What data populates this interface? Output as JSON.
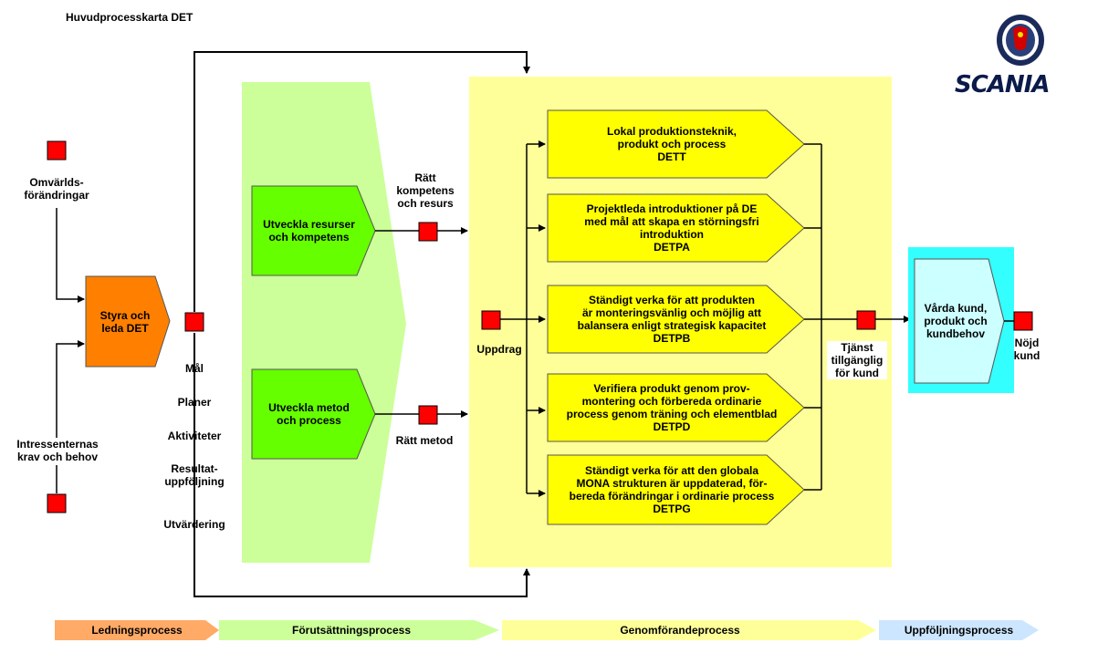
{
  "title": "Huvudprocesskarta DET",
  "logo": {
    "text": "SCANIA"
  },
  "inputs": {
    "omvarld": "Omvärlds-\nförändringar",
    "intressenter": "Intressenternas\nkrav och behov"
  },
  "styra": "Styra och\nleda DET",
  "styra_outputs": [
    "Mål",
    "Planer",
    "Aktiviteter",
    "Resultat-\nuppföljning",
    "Utvärdering"
  ],
  "forutsattning": {
    "resurser": "Utveckla resurser\noch kompetens",
    "metod": "Utveckla metod\noch process",
    "ratt_kompetens": "Rätt\nkompetens\noch resurs",
    "ratt_metod": "Rätt metod"
  },
  "uppdrag": "Uppdrag",
  "genomforande": [
    "Lokal produktionsteknik,\nprodukt och process\nDETT",
    "Projektleda introduktioner på DE\nmed mål att skapa en störningsfri\nintroduktion\nDETPA",
    "Ständigt verka för att produkten\när monteringsvänlig och möjlig att\nbalansera enligt strategisk kapacitet\nDETPB",
    "Verifiera produkt genom prov-\nmontering och förbereda ordinarie\nprocess genom träning och elementblad\nDETPD",
    "Ständigt verka för att den globala\nMONA strukturen är uppdaterad, för-\nbereda förändringar i ordinarie process\nDETPG"
  ],
  "tjanst": "Tjänst\ntillgänglig\nför kund",
  "varda": "Vårda kund,\nprodukt och\nkundbehov",
  "nojd": "Nöjd\nkund",
  "bands": [
    "Ledningsprocess",
    "Förutsättningsprocess",
    "Genomförandeprocess",
    "Uppföljningsprocess"
  ],
  "colors": {
    "orange": "#ff8000",
    "green_band": "#ccff99",
    "green_box": "#66ff00",
    "yellow_band": "#ffff99",
    "yellow_box": "#ffff00",
    "cyan_frame": "#33ffff",
    "cyan_box": "#ccffff",
    "red": "#ff0000"
  }
}
